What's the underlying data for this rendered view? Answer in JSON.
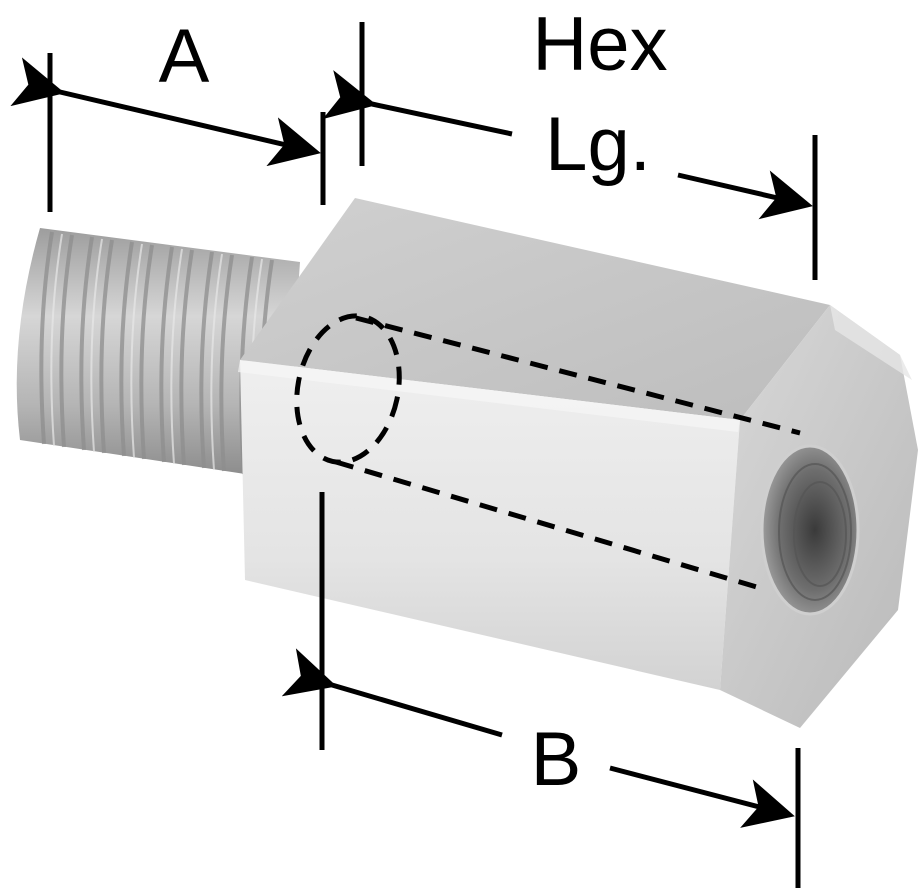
{
  "labels": {
    "a": "A",
    "hex": "Hex",
    "lg": "Lg.",
    "b": "B"
  },
  "colors": {
    "line": "#000000",
    "metal_light": "#e6e6e6",
    "metal_mid": "#c9c9c9",
    "metal_dark": "#9a9a9a",
    "thread": "#b8b8b8"
  }
}
